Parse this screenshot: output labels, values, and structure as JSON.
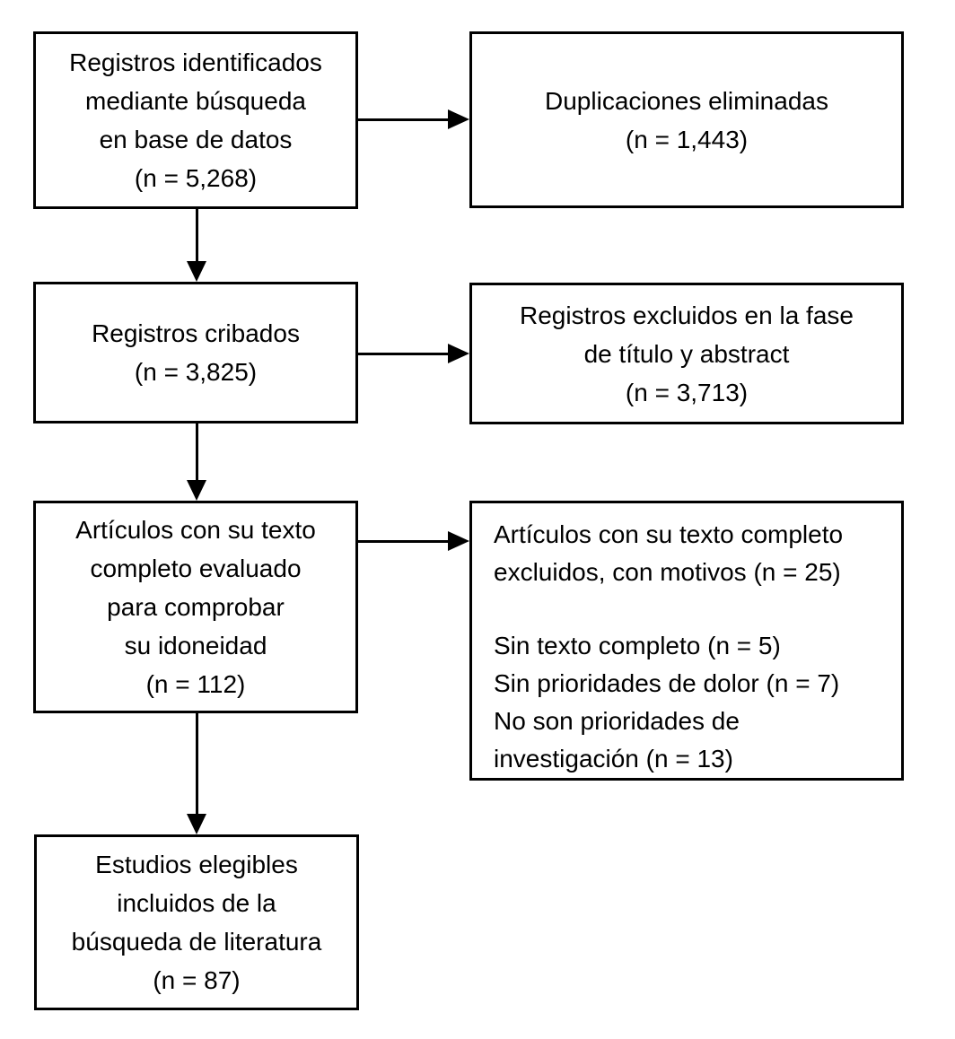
{
  "diagram": {
    "type": "prisma-flowchart",
    "colors": {
      "background": "#ffffff",
      "line": "#000000",
      "text": "#000000"
    },
    "boxes": {
      "identified": {
        "lines": [
          "Registros identificados",
          "mediante búsqueda",
          "en base de datos",
          "(n = 5,268)"
        ]
      },
      "duplicates": {
        "lines": [
          "Duplicaciones eliminadas",
          "(n = 1,443)"
        ]
      },
      "screened": {
        "lines": [
          "Registros cribados",
          "(n = 3,825)"
        ]
      },
      "excluded_screening": {
        "lines": [
          "Registros excluidos en la fase",
          "de título y abstract",
          "(n = 3,713)"
        ]
      },
      "fulltext_assessed": {
        "lines": [
          "Artículos con su texto",
          "completo evaluado",
          "para comprobar",
          "su idoneidad",
          "(n = 112)"
        ]
      },
      "fulltext_excluded": {
        "intro_lines": [
          "Artículos con su texto completo",
          "excluidos, con motivos (n = 25)"
        ],
        "reason_lines": [
          "Sin texto completo (n = 5)",
          "Sin prioridades de dolor (n = 7)",
          "No son prioridades de",
          "investigación (n = 13)"
        ]
      },
      "included": {
        "lines": [
          "Estudios elegibles",
          "incluidos de la",
          "búsqueda de literatura",
          "(n = 87)"
        ]
      }
    }
  }
}
